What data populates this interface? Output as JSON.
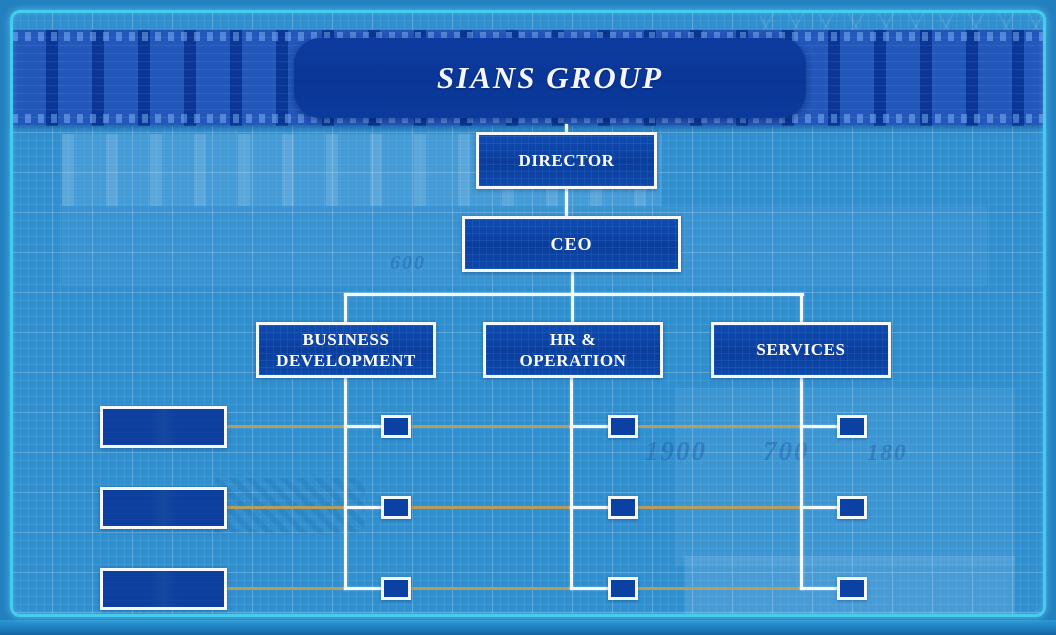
{
  "banner": {
    "title": "SIANS GROUP"
  },
  "chart": {
    "nodes": {
      "director": {
        "label": "DIRECTOR"
      },
      "ceo": {
        "label": "CEO"
      },
      "departments": [
        {
          "line1": "BUSINESS",
          "line2": "DEVELOPMENT"
        },
        {
          "line1": "HR &",
          "line2": "OPERATION"
        },
        {
          "line1": "SERVICES",
          "line2": ""
        }
      ]
    },
    "unlabeled_staff_row_boxes": 3,
    "unlabeled_sub_node_boxes": 9
  },
  "background": {
    "watermarks": [
      {
        "text": "600"
      },
      {
        "text": "1900"
      },
      {
        "text": "700"
      },
      {
        "text": "180"
      }
    ]
  },
  "colors": {
    "frame": "#44cdef",
    "margin": "#2380bf",
    "canvas": "#2f90d1",
    "banner": "#0c41a6",
    "plate": "#0a3797",
    "node-fill": "#0d49ab",
    "node-border": "#f4f8fb",
    "connector-white": "#f4f9fd",
    "connector-tan": "#c0a054",
    "title-text": "#f5f7ff",
    "node-text": "#fdfdff"
  }
}
